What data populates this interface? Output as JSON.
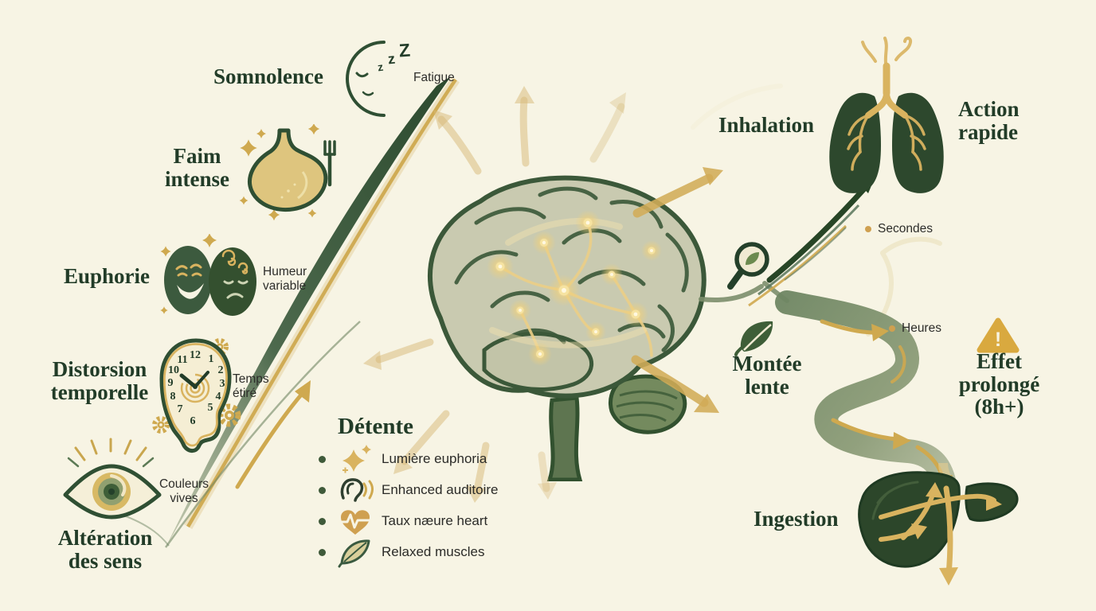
{
  "palette": {
    "background": "#f7f4e4",
    "heading_green": "#223c28",
    "label_dark": "#2d2d2a",
    "gold": "#cfa94f",
    "gold_light": "#e3c57c",
    "icon_green_dark": "#2f4f33",
    "sage": "#7d9170"
  },
  "effects": {
    "somnolence": {
      "title": "Somnolence",
      "sub": "Fatigue",
      "zzz": [
        "z",
        "z",
        "Z"
      ]
    },
    "faim": {
      "line1": "Faim",
      "line2": "intense"
    },
    "euphorie": {
      "title": "Euphorie",
      "sub1": "Humeur",
      "sub2": "variable"
    },
    "distorsion": {
      "line1": "Distorsion",
      "line2": "temporelle",
      "sub1": "Temps",
      "sub2": "étiré"
    },
    "alteration": {
      "line1": "Altération",
      "line2": "des sens",
      "sub1": "Couleurs",
      "sub2": "vives"
    }
  },
  "clock": {
    "numbers": [
      "12",
      "1",
      "2",
      "3",
      "4",
      "5",
      "6",
      "7",
      "8",
      "9",
      "10",
      "11"
    ]
  },
  "detente": {
    "title": "Détente",
    "items": [
      {
        "icon": "sparkle-icon",
        "label": "Lumière euphoria"
      },
      {
        "icon": "ear-icon",
        "label": "Enhanced auditoire"
      },
      {
        "icon": "heartbeat-icon",
        "label": "Taux næure heart"
      },
      {
        "icon": "leaf-icon",
        "label": "Relaxed muscles"
      }
    ]
  },
  "inhalation": {
    "title": "Inhalation",
    "result1": "Action",
    "result2": "rapide",
    "time": "Secondes"
  },
  "ingestion": {
    "title": "Ingestion",
    "onset1": "Montée",
    "onset2": "lente",
    "time": "Heures",
    "effect1": "Effet",
    "effect2": "prolongé",
    "effect3": "(8h+)",
    "warning_mark": "!"
  }
}
